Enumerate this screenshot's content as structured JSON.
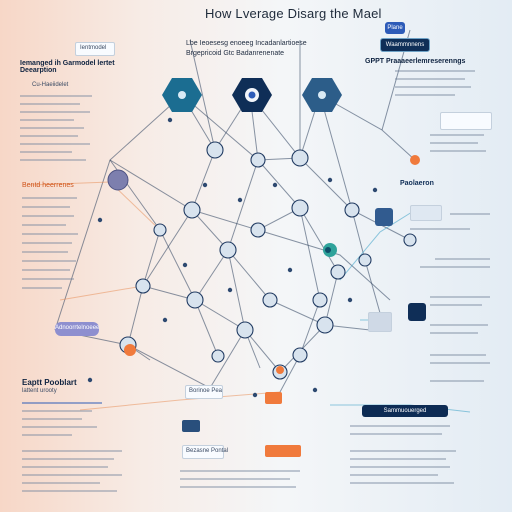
{
  "title": "How Lverage Disarg the Mael",
  "top_right_pill": "Plane",
  "top_right_button": "Waammnnens",
  "left": {
    "header_box": "Ientmodel",
    "heading": "Iemanged ih Garmodel lertet Deearption",
    "sub": "Cu-Haeiidelet",
    "section_label": "Bentd heerrenes",
    "bottom_heading": "Eaptt Pooblart",
    "bottom_sub": "lattent urooty",
    "purple_label": "Adnoorrtelnoeee"
  },
  "center": {
    "top_text_line1": "Lbe Ieoesesg enoeeg Incadanlartioese",
    "top_text_line2": "Brgepricoid Gtc Badanrenenate",
    "bottom_label_1": "Borinoe Pea",
    "bottom_label_2": "Bezasne Pontal"
  },
  "right": {
    "heading": "GPPT Praaaeerlemreserenngs",
    "mid_label": "Paolaeron",
    "bottom_label": "Sammuouerged"
  },
  "colors": {
    "navy": "#0f2e57",
    "teal": "#1b6d91",
    "orange": "#f07a3c",
    "blue": "#2d5bb8"
  }
}
